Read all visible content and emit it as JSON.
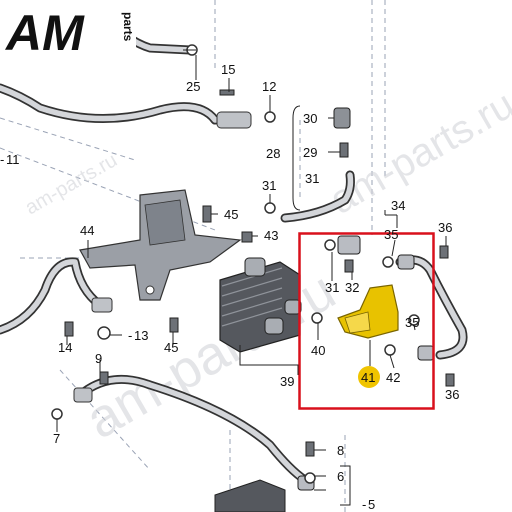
{
  "logo": {
    "text": "AM",
    "suffix": "parts"
  },
  "watermarks": [
    "am-parts.ru",
    "am-parts.ru",
    "am-parts.ru"
  ],
  "callouts": {
    "c5": "5",
    "c6": "6",
    "c7": "7",
    "c8": "8",
    "c9": "9",
    "c11": "11",
    "c12": "12",
    "c13": "13",
    "c14": "14",
    "c15": "15",
    "c25": "25",
    "c28": "28",
    "c29": "29",
    "c30": "30",
    "c31a": "31",
    "c31b": "31",
    "c31c": "31",
    "c32": "32",
    "c34": "34",
    "c35a": "35",
    "c35b": "35",
    "c36a": "36",
    "c36b": "36",
    "c39": "39",
    "c40": "40",
    "c41": "41",
    "c42": "42",
    "c43": "43",
    "c44": "44",
    "c45a": "45",
    "c45b": "45"
  },
  "highlight": {
    "color": "#d9101c",
    "part_color": "#e8c200",
    "badge_color": "#f0c400"
  }
}
